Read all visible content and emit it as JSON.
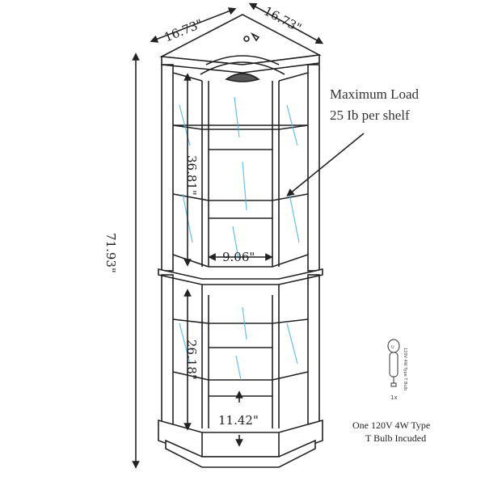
{
  "dimensions": {
    "top_left_width": "16.73\"",
    "top_right_width": "16.73\"",
    "total_height": "71.93\"",
    "upper_cabinet_height": "36.81\"",
    "lower_cabinet_height": "26.18\"",
    "upper_depth": "9.06\"",
    "lower_depth": "11.42\""
  },
  "callout": {
    "line1": "Maximum Load",
    "line2": "25 Ib per shelf"
  },
  "bulb": {
    "label_line1": "One 120V 4W Type",
    "label_line2": "T Bulb Incuded",
    "quantity": "1x",
    "bulb_text": "120V 4W Type T Bulb"
  },
  "colors": {
    "line": "#222222",
    "glass": "#4fb3e8",
    "light_outline": "#cccccc"
  }
}
